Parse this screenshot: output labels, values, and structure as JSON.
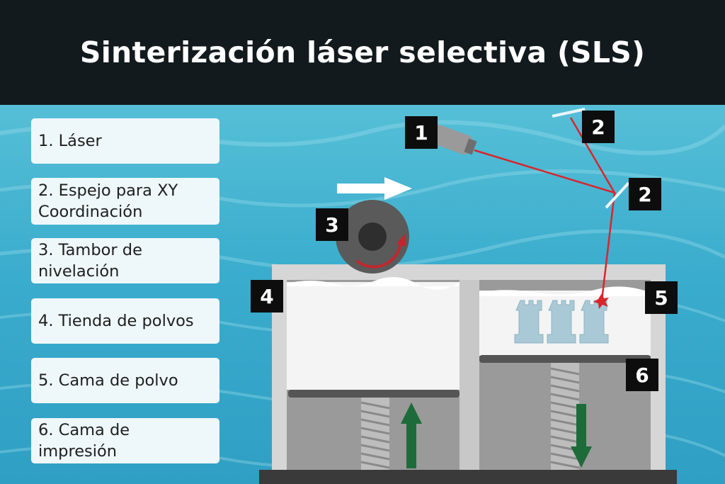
{
  "title": "Sinterización láser selectiva (SLS)",
  "legend": [
    {
      "text": "1. Láser"
    },
    {
      "text": "2. Espejo para XY Coordinación"
    },
    {
      "text": "3. Tambor de nivelación"
    },
    {
      "text": "4. Tienda de polvos"
    },
    {
      "text": "5. Cama de polvo"
    },
    {
      "text": "6. Cama de impresión"
    }
  ],
  "badges": {
    "laser": "1",
    "mirror_top": "2",
    "mirror_bottom": "2",
    "drum": "3",
    "powder_store": "4",
    "powder_bed": "5",
    "print_bed": "6"
  },
  "colors": {
    "header": "#121a1e",
    "laser_beam": "#d7262c",
    "arrow_up": "#1e6b3a",
    "arrow_down": "#1e6b3a",
    "machine_gray": "#8f8f8f",
    "powder": "#f2f2f2"
  }
}
